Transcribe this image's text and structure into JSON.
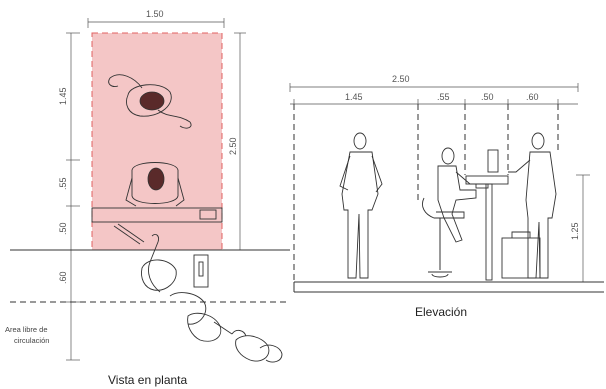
{
  "plan": {
    "caption": "Vista en planta",
    "dim_width": "1.50",
    "dim_145": "1.45",
    "dim_55": ".55",
    "dim_50": ".50",
    "dim_60": ".60",
    "dim_total": "2.50",
    "free_area_line1": "Area libre de",
    "free_area_line2": "circulación",
    "zone_color": "#f4c6c6",
    "zone_border": "#e06060"
  },
  "elevation": {
    "caption": "Elevación",
    "dim_total": "2.50",
    "dim_145": "1.45",
    "dim_55": ".55",
    "dim_50": ".50",
    "dim_60": ".60",
    "dim_height": "1.25"
  }
}
